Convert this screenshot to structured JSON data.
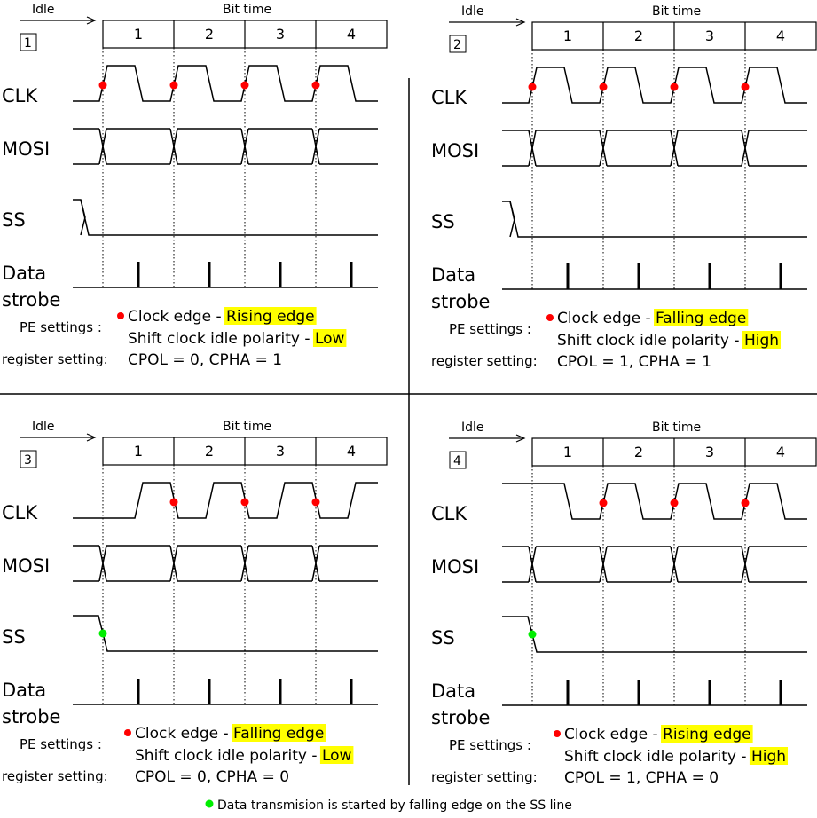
{
  "common": {
    "idle_label": "Idle",
    "bit_time_label": "Bit time",
    "bits": [
      "1",
      "2",
      "3",
      "4"
    ],
    "signals": {
      "clk": "CLK",
      "mosi": "MOSI",
      "ss": "SS",
      "data_line1": "Data",
      "data_line2": "strobe"
    },
    "pe_settings_label": "PE settings :",
    "register_setting_label": "register setting:",
    "clock_edge_prefix": "Clock edge - ",
    "idle_polarity_prefix": "Shift clock idle polarity - "
  },
  "panels": [
    {
      "number": "1",
      "clock_edge": "Rising edge",
      "idle_polarity": "Low",
      "register": "CPOL = 0, CPHA = 1",
      "clk_idle": "low",
      "edge_markers_at": "start"
    },
    {
      "number": "2",
      "clock_edge": "Falling edge",
      "idle_polarity": "High",
      "register": "CPOL = 1, CPHA = 1",
      "clk_idle": "low",
      "edge_markers_at": "start"
    },
    {
      "number": "3",
      "clock_edge": "Falling edge",
      "idle_polarity": "Low",
      "register": "CPOL = 0, CPHA = 0",
      "clk_idle": "low",
      "edge_markers_at": "middle"
    },
    {
      "number": "4",
      "clock_edge": "Rising edge",
      "idle_polarity": "High",
      "register": "CPOL = 1, CPHA = 0",
      "clk_idle": "high",
      "edge_markers_at": "middle"
    }
  ],
  "footer": {
    "note": "Data transmision is started by falling edge on the SS line"
  },
  "colors": {
    "edge_marker": "#ff0000",
    "ss_marker": "#00ee00",
    "highlight": "#ffff00",
    "line": "#000000"
  }
}
